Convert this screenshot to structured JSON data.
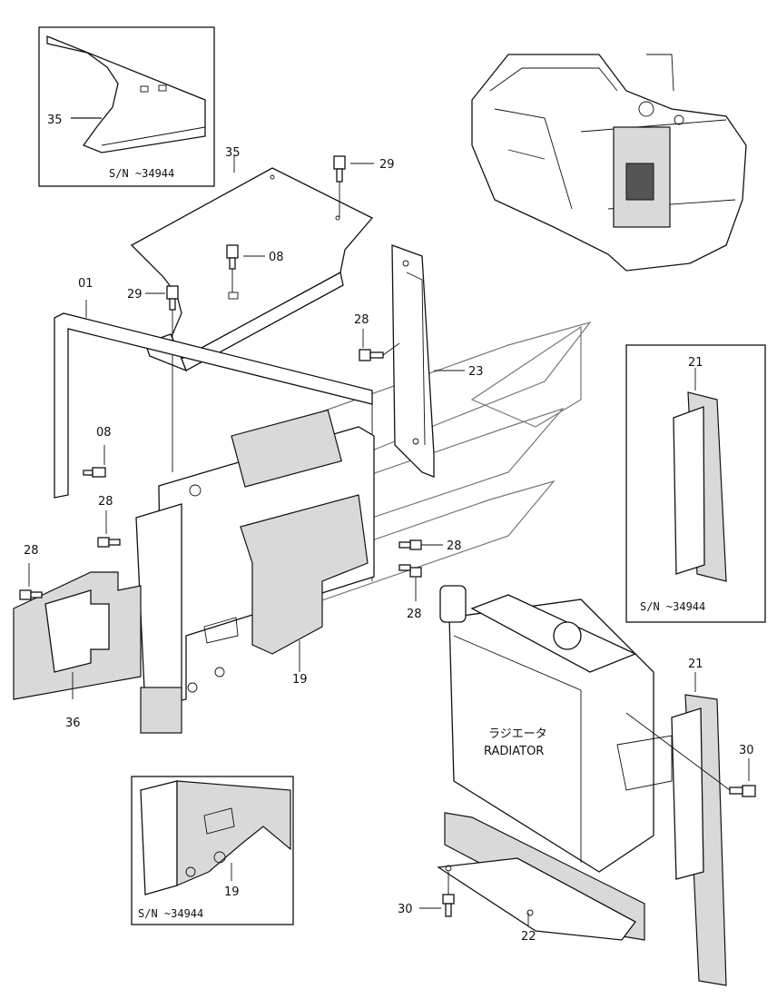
{
  "inset_top": {
    "serial": "S/N  ~34944",
    "part": "35"
  },
  "inset_right": {
    "serial": "S/N  ~34944",
    "part": "21"
  },
  "inset_bottom": {
    "serial": "S/N  ~34944",
    "part": "19"
  },
  "parts": {
    "p35": "35",
    "p29a": "29",
    "p08a": "08",
    "p01": "01",
    "p29b": "29",
    "p28a": "28",
    "p23": "23",
    "p08b": "08",
    "p28b": "28",
    "p28c": "28",
    "p28d": "28",
    "p28e": "28",
    "p19": "19",
    "p36": "36",
    "p21": "21",
    "p30a": "30",
    "p30b": "30",
    "p22": "22"
  },
  "radiator_jp": "ラジエータ",
  "radiator_en": "RADIATOR"
}
